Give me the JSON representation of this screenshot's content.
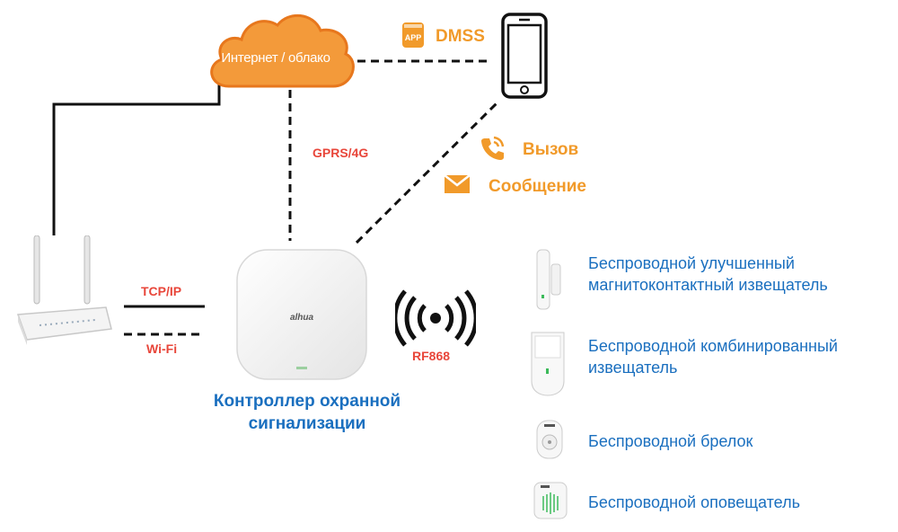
{
  "cloud": {
    "label": "Интернет / облако"
  },
  "app": {
    "badge": "APP",
    "name": "DMSS"
  },
  "links": {
    "gprs": "GPRS/4G",
    "tcp": "TCP/IP",
    "wifi": "Wi-Fi",
    "rf": "RF868"
  },
  "notifications": {
    "call": "Вызов",
    "message": "Сообщение"
  },
  "hub": {
    "brand": "alhua",
    "title": "Контроллер охранной сигнализации"
  },
  "sensors": [
    {
      "label": "Беспроводной улучшенный магнитоконтактный извещатель"
    },
    {
      "label": "Беспроводной комбинированный извещатель"
    },
    {
      "label": "Беспроводной брелок"
    },
    {
      "label": "Беспроводной оповещатель"
    }
  ],
  "colors": {
    "orange": "#f19a2a",
    "red": "#e8463a",
    "blue": "#1a6fbf"
  }
}
